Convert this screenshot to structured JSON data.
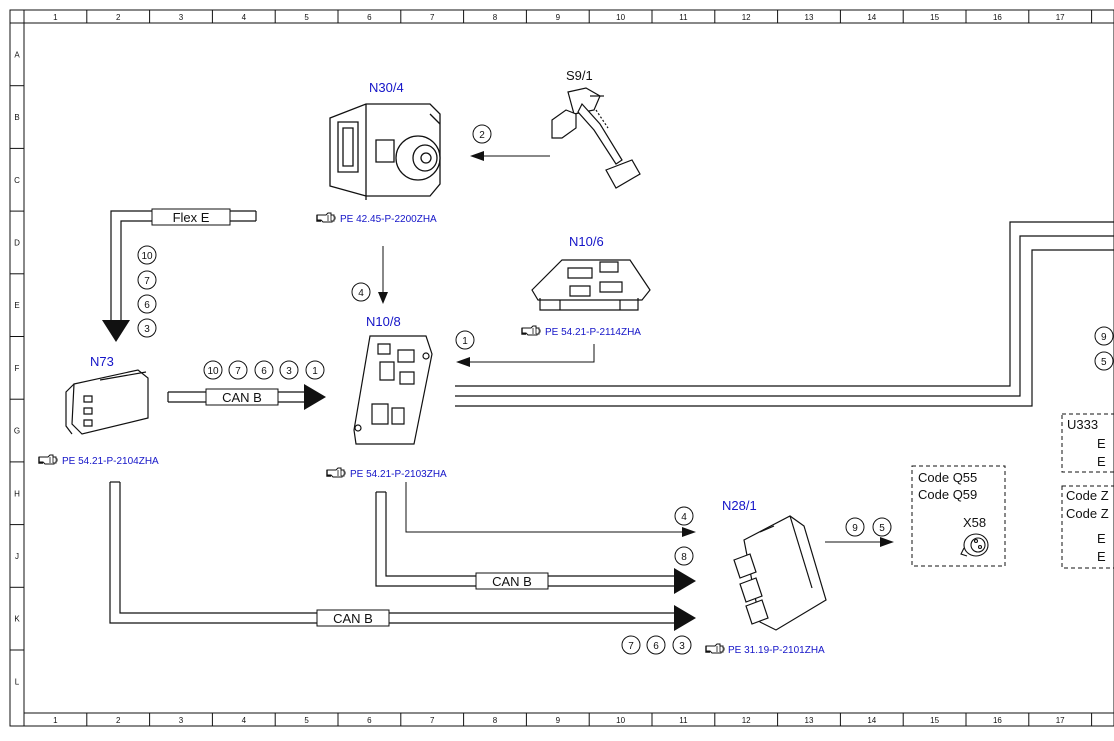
{
  "grid": {
    "columns": [
      "1",
      "2",
      "3",
      "4",
      "5",
      "6",
      "7",
      "8",
      "9",
      "10",
      "11",
      "12",
      "13",
      "14",
      "15",
      "16",
      "17"
    ],
    "rows": [
      "A",
      "B",
      "C",
      "D",
      "E",
      "F",
      "G",
      "H",
      "J",
      "K",
      "L"
    ]
  },
  "components": {
    "n30_4": "N30/4",
    "s9_1": "S9/1",
    "n10_6": "N10/6",
    "n10_8": "N10/8",
    "n73": "N73",
    "n28_1": "N28/1",
    "x58": "X58",
    "u333": "U333"
  },
  "references": {
    "n30_4": "PE 42.45-P-2200ZHA",
    "n10_6": "PE 54.21-P-2114ZHA",
    "n73": "PE 54.21-P-2104ZHA",
    "n10_8": "PE 54.21-P-2103ZHA",
    "n28_1": "PE 31.19-P-2101ZHA"
  },
  "buses": {
    "flex_e": "Flex E",
    "can_b_n73": "CAN B",
    "can_b_mid": "CAN B",
    "can_b_bottom": "CAN B"
  },
  "codes": {
    "q55": "Code Q55",
    "q59": "Code Q59",
    "right_code_1": "Code Z",
    "right_code_2": "Code Z",
    "e1": "E",
    "e2": "E",
    "e3": "E",
    "e4": "E"
  },
  "signals": {
    "s2": "2",
    "s4_top": "4",
    "s1_n106": "1",
    "flex_10": "10",
    "flex_7": "7",
    "flex_6": "6",
    "flex_3": "3",
    "can_10": "10",
    "can_7": "7",
    "can_6": "6",
    "can_3": "3",
    "can_1": "1",
    "out_4": "4",
    "out_8": "8",
    "bot_7": "7",
    "bot_6": "6",
    "bot_3": "3",
    "n28_9": "9",
    "n28_5": "5",
    "edge_9": "9",
    "edge_5": "5"
  },
  "icons": [
    "pointing-hand-icon",
    "arrow-head-icon",
    "circled-number"
  ],
  "colors": {
    "link_blue": "#1515c8",
    "line": "#111111",
    "background": "#ffffff"
  }
}
